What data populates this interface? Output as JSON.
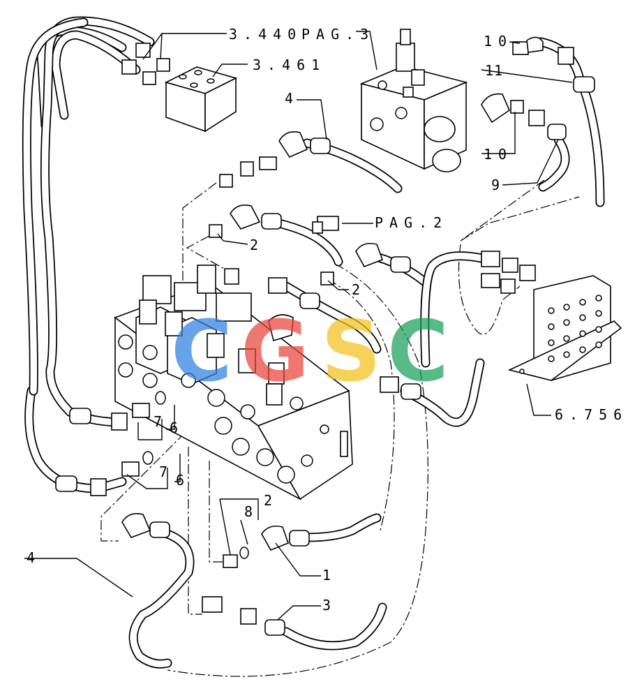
{
  "callouts": {
    "c_3440": "3.440",
    "c_pag3": "PAG.3",
    "c_3461": "3.461",
    "c_4_top": "4",
    "c_10_top": "10",
    "c_11": "11",
    "c_10_mid": "10",
    "c_9": "9",
    "c_pag2": "PAG.2",
    "c_2_a": "2",
    "c_2_b": "2",
    "c_7_a": "7",
    "c_6_a": "6",
    "c_7_b": "7",
    "c_6_b": "6",
    "c_2_c": "2",
    "c_8": "8",
    "c_1": "1",
    "c_4_bottom": "4",
    "c_3": "3",
    "c_6756": "6.756"
  },
  "watermark": {
    "text": "CGSC",
    "letters": [
      "C",
      "G",
      "S",
      "C"
    ],
    "colors": [
      "#2f7fe0",
      "#e8433d",
      "#f4c21b",
      "#19a05a"
    ]
  }
}
